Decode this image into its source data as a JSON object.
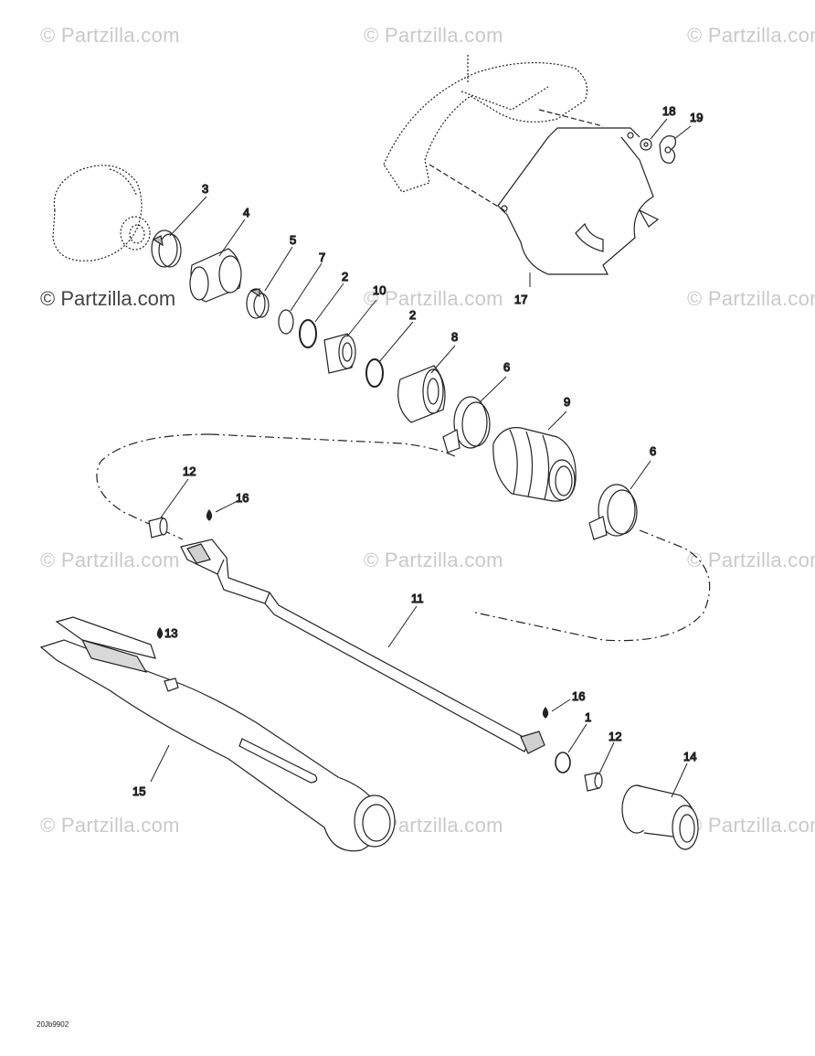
{
  "watermarks": {
    "brand": "© Partzilla.com"
  },
  "diagram_code": "20Jb9902",
  "callouts": {
    "c1": "1",
    "c2a": "2",
    "c2b": "2",
    "c3": "3",
    "c4": "4",
    "c5": "5",
    "c6a": "6",
    "c6b": "6",
    "c7": "7",
    "c8": "8",
    "c9": "9",
    "c10": "10",
    "c11": "11",
    "c12a": "12",
    "c12b": "12",
    "c13": "13",
    "c14": "14",
    "c15": "15",
    "c16a": "16",
    "c16b": "16",
    "c17": "17",
    "c18": "18",
    "c19": "19"
  },
  "colors": {
    "line": "#222222",
    "fill": "#ffffff",
    "shade": "#d8d8d8",
    "watermark": "#c9c9c9"
  }
}
